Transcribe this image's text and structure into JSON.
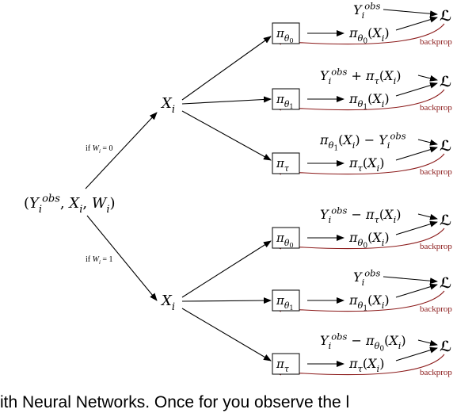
{
  "root": {
    "label": "(Y_i^obs, X_i, W_i)"
  },
  "branches": [
    {
      "condition": "if W_i = 0",
      "node_label": "X_i",
      "rows": [
        {
          "model": "π_θ0",
          "prediction": "π_θ0(X_i)",
          "target": "Y_i^obs",
          "loss": "ℒ",
          "backprop_label": "backprop"
        },
        {
          "model": "π_θ1",
          "prediction": "π_θ1(X_i)",
          "target": "Y_i^obs + π_τ(X_i)",
          "loss": "ℒ",
          "backprop_label": "backprop"
        },
        {
          "model": "π_τ",
          "prediction": "π_τ(X_i)",
          "target": "π_θ1(X_i) − Y_i^obs",
          "loss": "ℒ",
          "backprop_label": "backprop"
        }
      ]
    },
    {
      "condition": "if W_i = 1",
      "node_label": "X_i",
      "rows": [
        {
          "model": "π_θ0",
          "prediction": "π_θ0(X_i)",
          "target": "Y_i^obs − π_τ(X_i)",
          "loss": "ℒ",
          "backprop_label": "backprop"
        },
        {
          "model": "π_θ1",
          "prediction": "π_θ1(X_i)",
          "target": "Y_i^obs",
          "loss": "ℒ",
          "backprop_label": "backprop"
        },
        {
          "model": "π_τ",
          "prediction": "π_τ(X_i)",
          "target": "Y_i^obs − π_θ0(X_i)",
          "loss": "ℒ",
          "backprop_label": "backprop"
        }
      ]
    }
  ],
  "caption": "ith Neural Networks. Once for you observe the l",
  "colors": {
    "backprop": "#8b1a1a",
    "forward": "#000000"
  }
}
